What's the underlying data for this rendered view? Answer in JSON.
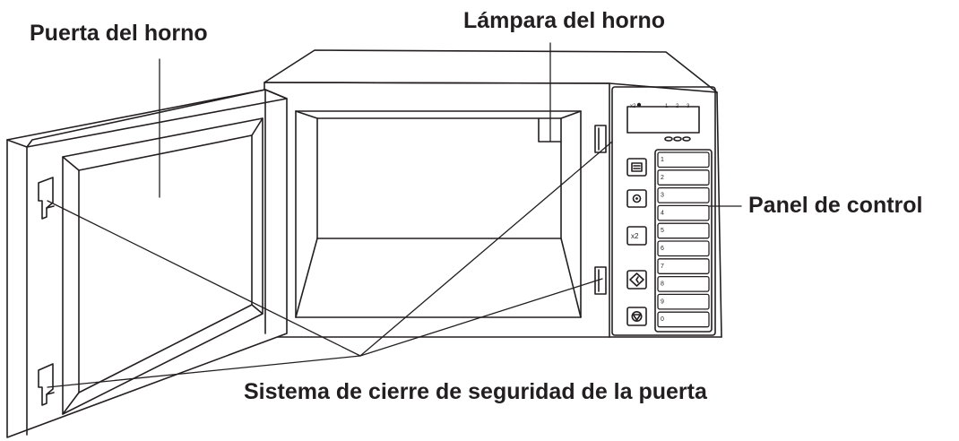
{
  "labels": {
    "door": "Puerta del horno",
    "lamp": "Lámpara del horno",
    "panel": "Panel de control",
    "latch": "Sistema de cierre de seguridad de la puerta"
  },
  "display": {
    "indicator_x2": "x2",
    "presets": [
      "1",
      "2",
      "3"
    ]
  },
  "function_buttons": {
    "times_two": "x2"
  },
  "keypad": {
    "keys": [
      "1",
      "2",
      "3",
      "4",
      "5",
      "6",
      "7",
      "8",
      "9",
      "0"
    ]
  },
  "colors": {
    "line": "#231f20",
    "background": "#ffffff"
  }
}
